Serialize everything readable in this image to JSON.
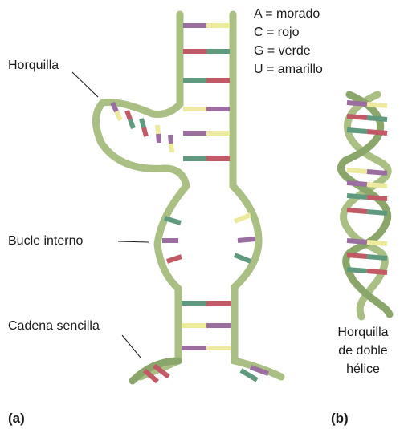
{
  "legend": [
    "A = morado",
    "C = rojo",
    "G = verde",
    "U = amarillo"
  ],
  "labels": {
    "hairpin": "Horquilla",
    "internal_loop": "Bucle interno",
    "single_strand": "Cadena sencilla"
  },
  "caption_b": [
    "Horquilla",
    "de doble",
    "hélice"
  ],
  "panels": {
    "a": "(a)",
    "b": "(b)"
  },
  "colors": {
    "backbone": "#a9bf83",
    "backbone_dark": "#6f8a4d",
    "A": "#9a6fa0",
    "C": "#c25a66",
    "G": "#5f9a7f",
    "U": "#ecea9e"
  }
}
